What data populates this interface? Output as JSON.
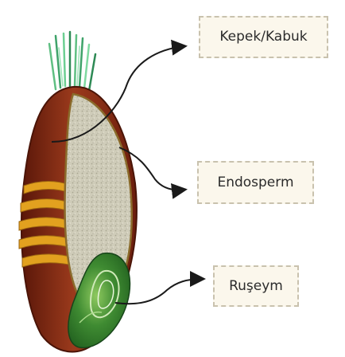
{
  "labels": {
    "bran": "Kepek/Kabuk",
    "endosperm": "Endosperm",
    "germ": "Ruşeym"
  },
  "colors": {
    "bran_dark": "#6b1e0d",
    "bran": "#9b3a1c",
    "endosperm": "#c9c6b4",
    "germ": "#2f7a2e",
    "germ_light": "#5aa53b",
    "stripe": "#e2a11f",
    "hairs": "#3fa36a",
    "label_bg": "#fbf7ec",
    "label_border": "#c9c2ae"
  },
  "icons": [
    "pointer-arrow",
    "pointer-arrow",
    "pointer-arrow"
  ]
}
